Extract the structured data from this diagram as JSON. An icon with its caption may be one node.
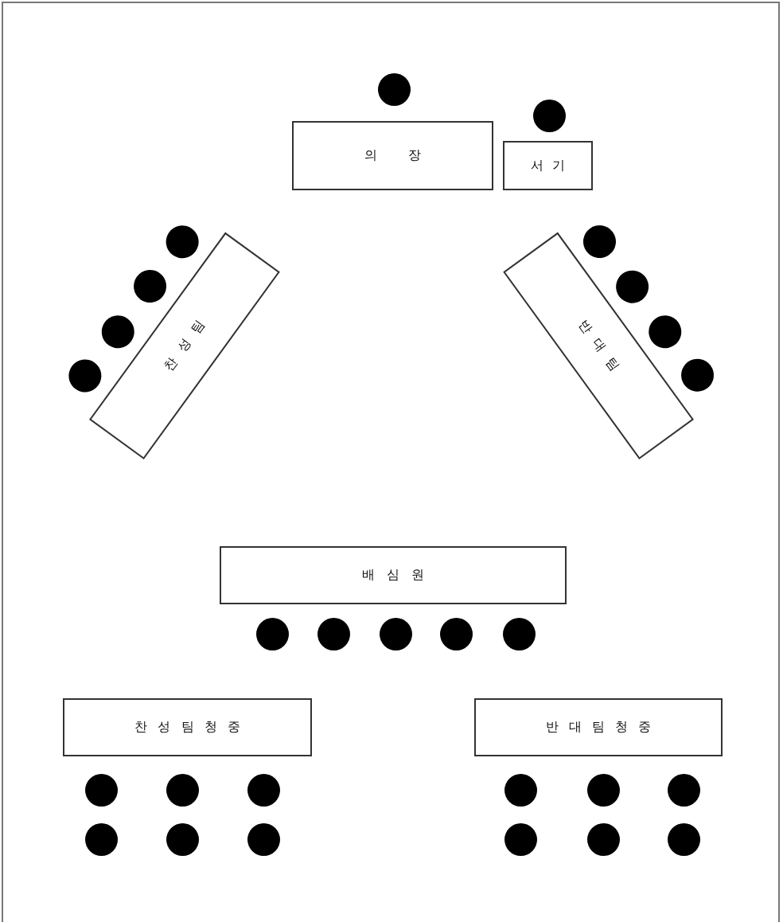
{
  "diagram": {
    "nodes": [
      {
        "text": [
          "의 장"
        ]
      },
      {
        "text": [
          "서 기"
        ]
      },
      {
        "text": [
          "찬 성 팀"
        ]
      },
      {
        "text": [
          "반 대 팀"
        ]
      },
      {
        "text": [
          "배 심 원"
        ]
      },
      {
        "text": [
          "찬 성 팀 청 중"
        ]
      },
      {
        "text": [
          "반 대 팀 청 중"
        ]
      }
    ]
  }
}
